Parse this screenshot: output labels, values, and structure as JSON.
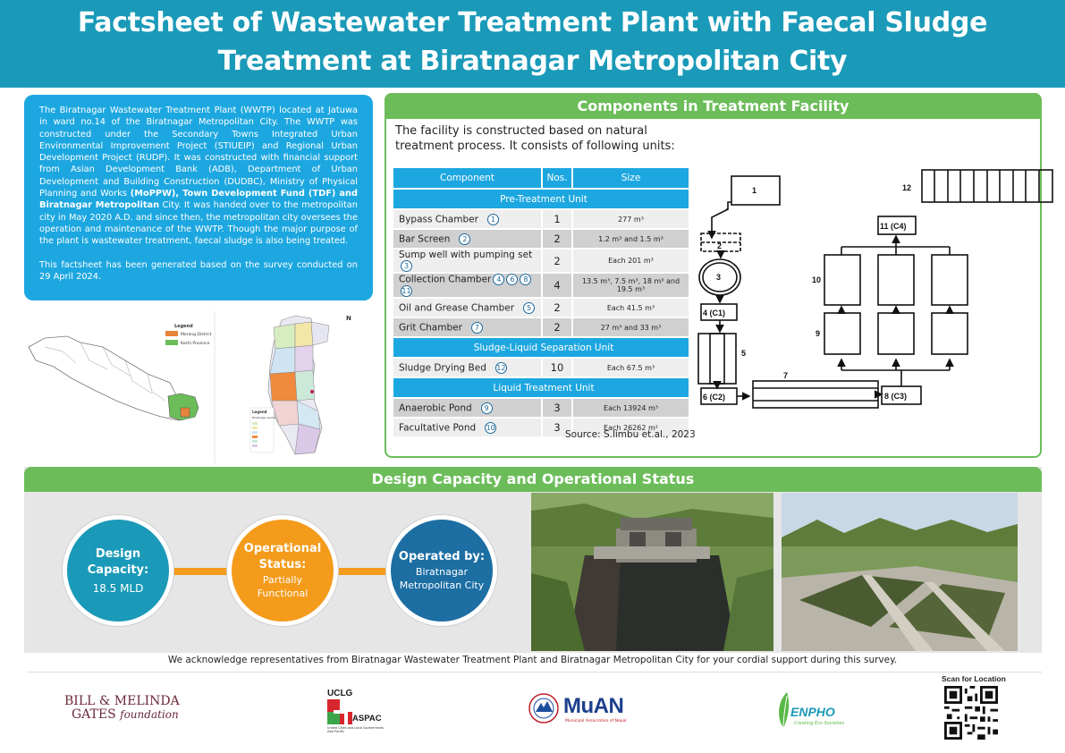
{
  "header": {
    "title_line1": "Factsheet of Wastewater Treatment Plant with Faecal Sludge",
    "title_line2": "Treatment at Biratnagar Metropolitan City"
  },
  "intro": {
    "para1_a": "The Biratnagar Wastewater Treatment Plant (WWTP) located at Jatuwa in ward no.14 of the Biratnagar Metropolitan City. The WWTP was constructed under the Secondary Towns Integrated Urban Environmental Improvement Project (STIUEIP) and Regional Urban Development Project (RUDP). It was constructed with financial support from Asian Development Bank (ADB), Department of Urban Development and Building Construction (DUDBC), Ministry of Physical Planning and Works ",
    "para1_bold": "(MoPPW), Town Development Fund (TDF) and Biratnagar Metropolitan",
    "para1_b": " City. It was handed over to the metropolitan city in May 2020 A.D. and since then, the metropolitan city oversees the operation and maintenance of the WWTP. Though the major purpose of the plant is wastewater treatment, faecal sludge is also being treated.",
    "para2": "This factsheet has been generated based on the survey conducted on 29 April 2024."
  },
  "maps": {
    "legend_title": "Legend",
    "legend1_a": "Morang District",
    "legend1_b": "Koshi Province",
    "legend2_title": "Legend",
    "legend2_sub": "Biratnagar wards",
    "north": "N"
  },
  "components": {
    "title": "Components in Treatment Facility",
    "intro": "The facility is constructed based on natural treatment process. It consists of following units:",
    "headers": [
      "Component",
      "Nos.",
      "Size"
    ],
    "sections": [
      {
        "name": "Pre-Treatment Unit",
        "rows": [
          {
            "name": "Bypass Chamber",
            "tags": [
              "1"
            ],
            "nos": "1",
            "size": "277 m³"
          },
          {
            "name": "Bar Screen",
            "tags": [
              "2"
            ],
            "nos": "2",
            "size": "1.2 m³ and 1.5 m³"
          },
          {
            "name": "Sump well with pumping set",
            "tags": [
              "3"
            ],
            "nos": "2",
            "size": "Each 201 m³"
          },
          {
            "name": "Collection Chamber",
            "tags": [
              "4",
              "6",
              "8",
              "11"
            ],
            "nos": "4",
            "size": "13.5 m³, 7.5 m³, 18 m³ and 19.5 m³"
          },
          {
            "name": "Oil and Grease Chamber",
            "tags": [
              "5"
            ],
            "nos": "2",
            "size": "Each 41.5 m³"
          },
          {
            "name": "Grit Chamber",
            "tags": [
              "7"
            ],
            "nos": "2",
            "size": "27 m³ and 33 m³"
          }
        ]
      },
      {
        "name": "Sludge-Liquid Separation Unit",
        "rows": [
          {
            "name": "Sludge Drying Bed",
            "tags": [
              "12"
            ],
            "nos": "10",
            "size": "Each 67.5 m³"
          }
        ]
      },
      {
        "name": "Liquid Treatment Unit",
        "rows": [
          {
            "name": "Anaerobic Pond",
            "tags": [
              "9"
            ],
            "nos": "3",
            "size": "Each 13924 m³"
          },
          {
            "name": "Facultative Pond",
            "tags": [
              "10"
            ],
            "nos": "3",
            "size": "Each 26262 m²"
          }
        ]
      }
    ],
    "source": "Source: S.limbu et.al., 2023"
  },
  "diagram": {
    "labels": [
      "1",
      "2",
      "3",
      "4 (C1)",
      "5",
      "6 (C2)",
      "7",
      "8 (C3)",
      "9",
      "10",
      "11 (C4)",
      "12"
    ]
  },
  "design": {
    "title": "Design Capacity and Operational Status",
    "capacity_title": "Design Capacity:",
    "capacity_value": "18.5 MLD",
    "status_title": "Operational Status:",
    "status_value": "Partially Functional",
    "operator_title": "Operated by:",
    "operator_value": "Biratnagar Metropolitan City"
  },
  "acknowledgement": "We acknowledge representatives from Biratnagar Wastewater Treatment Plant and Biratnagar Metropolitan City for your cordial support during this survey.",
  "logos": {
    "gates_line1": "BILL & MELINDA",
    "gates_line2": "GATES",
    "gates_foundation": "foundation",
    "uclg_top": "UCLG",
    "uclg_bottom": "ASPAC",
    "uclg_caption": "United Cities and Local Governments Asia Pacific",
    "muan": "MuAN",
    "muan_caption": "Municipal Association of Nepal",
    "enpho": "ENPHO",
    "enpho_caption": "Creating Eco Societies",
    "qr_caption": "Scan for Location"
  },
  "colors": {
    "header": "#1a9ab8",
    "green": "#6cbd5a",
    "blue": "#1da7e0",
    "orange": "#f49b1b",
    "navy": "#1c6ea3"
  }
}
